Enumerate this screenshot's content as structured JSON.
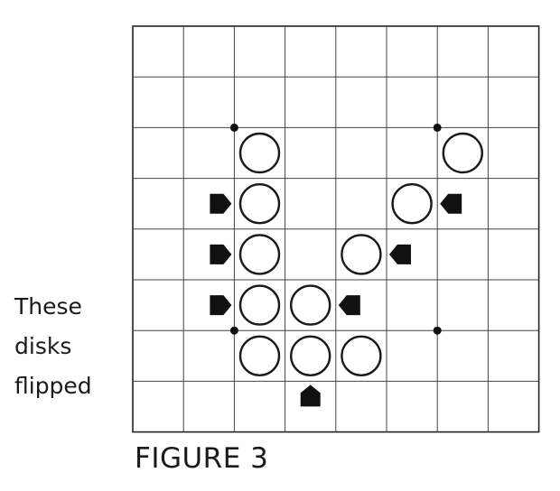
{
  "figure_label": "FIGURE 3",
  "side_caption": {
    "line1": "These",
    "line2": "disks",
    "line3": "flipped"
  },
  "board": {
    "rows": 8,
    "cols": 8,
    "disk_color": "white",
    "disks": [
      {
        "row": 2,
        "col": 2
      },
      {
        "row": 2,
        "col": 6
      },
      {
        "row": 3,
        "col": 2
      },
      {
        "row": 3,
        "col": 5
      },
      {
        "row": 4,
        "col": 2
      },
      {
        "row": 4,
        "col": 4
      },
      {
        "row": 5,
        "col": 2
      },
      {
        "row": 5,
        "col": 3
      },
      {
        "row": 6,
        "col": 2
      },
      {
        "row": 6,
        "col": 3
      },
      {
        "row": 6,
        "col": 4
      }
    ],
    "star_points": [
      {
        "row": 2,
        "col": 2
      },
      {
        "row": 2,
        "col": 6
      },
      {
        "row": 6,
        "col": 2
      },
      {
        "row": 6,
        "col": 6
      }
    ],
    "arrows": [
      {
        "row": 3,
        "col": 1,
        "direction": "right"
      },
      {
        "row": 4,
        "col": 1,
        "direction": "right"
      },
      {
        "row": 5,
        "col": 1,
        "direction": "right"
      },
      {
        "row": 3,
        "col": 6,
        "direction": "left"
      },
      {
        "row": 4,
        "col": 5,
        "direction": "left"
      },
      {
        "row": 5,
        "col": 4,
        "direction": "left"
      },
      {
        "row": 7,
        "col": 3,
        "direction": "up"
      }
    ]
  }
}
